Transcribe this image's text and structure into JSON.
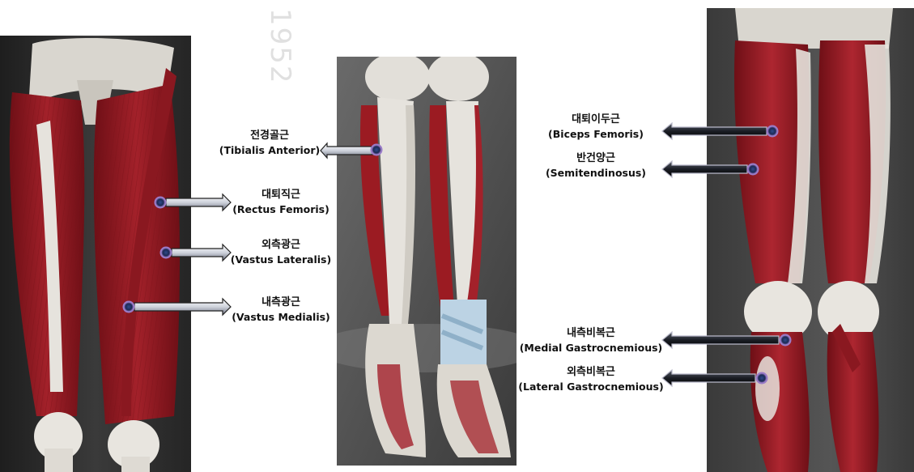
{
  "watermark": "1952",
  "labels": {
    "tibialis_anterior": {
      "ko": "전경골근",
      "en": "(Tibialis Anterior)"
    },
    "rectus_femoris": {
      "ko": "대퇴직근",
      "en": "(Rectus Femoris)"
    },
    "vastus_lateralis": {
      "ko": "외측광근",
      "en": "(Vastus Lateralis)"
    },
    "vastus_medialis": {
      "ko": "내측광근",
      "en": "(Vastus Medialis)"
    },
    "biceps_femoris": {
      "ko": "대퇴이두근",
      "en": "(Biceps Femoris)"
    },
    "semitendinosus": {
      "ko": "반건양근",
      "en": "(Semitendinosus)"
    },
    "medial_gastrocnemius": {
      "ko": "내측비복근",
      "en": "(Medial Gastrocnemious)"
    },
    "lateral_gastrocnemius": {
      "ko": "외측비복근",
      "en": "(Lateral Gastrocnemious)"
    }
  },
  "colors": {
    "muscle": "#9b1b22",
    "muscle_dark": "#6e0f16",
    "bone": "#e3e1dc",
    "background_dark": "#2a2a2a",
    "marker": "#1c2a55",
    "marker_glow": "#b48ad8"
  }
}
